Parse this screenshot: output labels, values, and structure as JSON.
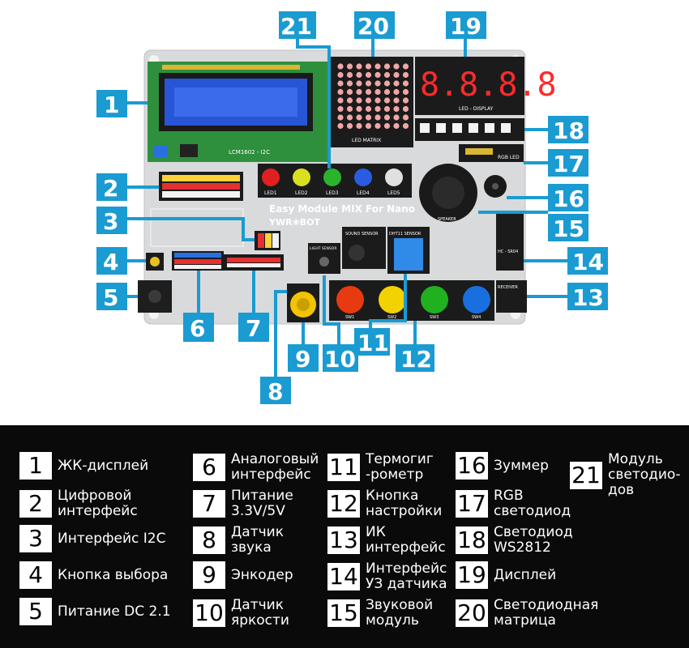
{
  "board": {
    "title": "Easy Module MIX  For Nano",
    "brand": "YWR❀BOT",
    "lcd_label": "LCM1602 - I2C",
    "led_matrix_label": "LED MATRIX",
    "led_display_label": "LED - DISPLAY",
    "rgb_led_label": "RGB LED",
    "speaker_label": "SPEAKER",
    "sound_sensor_label": "SOUND SENSOR",
    "dht11_label": "DHT11 SENSOR",
    "light_sensor_label": "LIGHT SENSOR",
    "hc_sr04_label": "HC - SR04",
    "receiver_label": "RECEIVER",
    "led_labels": [
      "LED1",
      "LED2",
      "LED3",
      "LED4",
      "LED5"
    ],
    "led_colors": [
      "#e02020",
      "#d8e020",
      "#2cb32c",
      "#2a5ce0",
      "#e0e0e0"
    ],
    "button_labels": [
      "SW1",
      "SW2",
      "SW3",
      "SW4"
    ],
    "button_colors": [
      "#e83a10",
      "#f2d200",
      "#1fb11f",
      "#1a6fe0"
    ],
    "seg_digits": "8.8.8.8"
  },
  "callouts": [
    "1",
    "2",
    "3",
    "4",
    "5",
    "6",
    "7",
    "8",
    "9",
    "10",
    "11",
    "12",
    "13",
    "14",
    "15",
    "16",
    "17",
    "18",
    "19",
    "20",
    "21"
  ],
  "legend": [
    {
      "num": "1",
      "text": "ЖК-дисплей"
    },
    {
      "num": "2",
      "text": "Цифровой\nинтерфейс"
    },
    {
      "num": "3",
      "text": "Интерфейс I2C"
    },
    {
      "num": "4",
      "text": "Кнопка выбора"
    },
    {
      "num": "5",
      "text": "Питание DC 2.1"
    },
    {
      "num": "6",
      "text": "Аналоговый\nинтерфейс"
    },
    {
      "num": "7",
      "text": "Питание\n3.3V/5V"
    },
    {
      "num": "8",
      "text": "Датчик\nзвука"
    },
    {
      "num": "9",
      "text": "Энкодер"
    },
    {
      "num": "10",
      "text": "Датчик\nяркости"
    },
    {
      "num": "11",
      "text": "Термогиг\n-рометр"
    },
    {
      "num": "12",
      "text": "Кнопка\nнастройки"
    },
    {
      "num": "13",
      "text": "ИК\nинтерфейс"
    },
    {
      "num": "14",
      "text": "Интерфейс\nУЗ датчика"
    },
    {
      "num": "15",
      "text": "Звуковой\nмодуль"
    },
    {
      "num": "16",
      "text": "Зуммер"
    },
    {
      "num": "17",
      "text": "RGB\nсветодиод"
    },
    {
      "num": "18",
      "text": "Светодиод\nWS2812"
    },
    {
      "num": "19",
      "text": "Дисплей"
    },
    {
      "num": "20",
      "text": "Светодиодная\nматрица"
    },
    {
      "num": "21",
      "text": "Модуль\nсветодио-\nдов"
    }
  ]
}
